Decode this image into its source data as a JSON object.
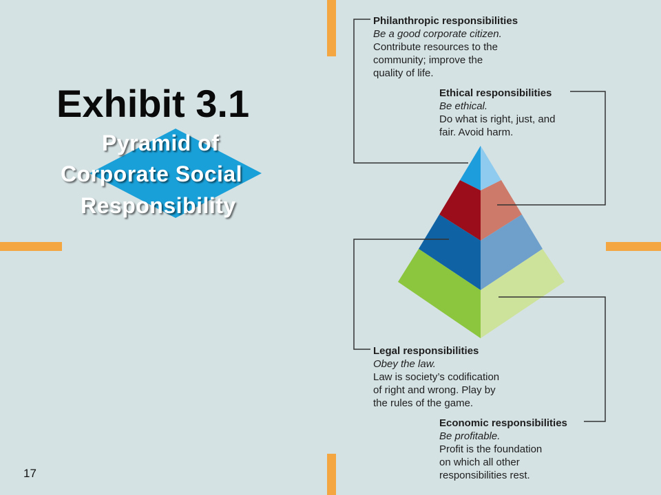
{
  "slide": {
    "title": "Exhibit 3.1",
    "subtitle_lines": [
      "Pyramid of",
      "Corporate Social",
      "Responsibility"
    ],
    "slide_number": "17"
  },
  "colors": {
    "background": "#d5e2e4",
    "accent_orange": "#f4a640",
    "diamond": "#1aa0d8",
    "philanthropic": [
      "#1e9ddc",
      "#8fcbee"
    ],
    "ethical": [
      "#9b0d1a",
      "#cd7a6a"
    ],
    "legal": [
      "#0f62a3",
      "#6f9fcb"
    ],
    "economic": [
      "#8cc63e",
      "#cde29b"
    ]
  },
  "pyramid": [
    {
      "heading": "Philanthropic responsibilities",
      "motto": "Be a good corporate citizen.",
      "description": [
        "Contribute resources to the",
        "community; improve the",
        "quality of life."
      ]
    },
    {
      "heading": "Ethical responsibilities",
      "motto": "Be ethical.",
      "description": [
        "Do what is right, just, and",
        "fair.  Avoid harm."
      ]
    },
    {
      "heading": "Legal responsibilities",
      "motto": "Obey the law.",
      "description": [
        "Law is society’s codification",
        "of right and wrong. Play by",
        "the rules of the game."
      ]
    },
    {
      "heading": "Economic responsibilities",
      "motto": "Be profitable.",
      "description": [
        "Profit is the foundation",
        "on which all other",
        "responsibilities rest."
      ]
    }
  ]
}
